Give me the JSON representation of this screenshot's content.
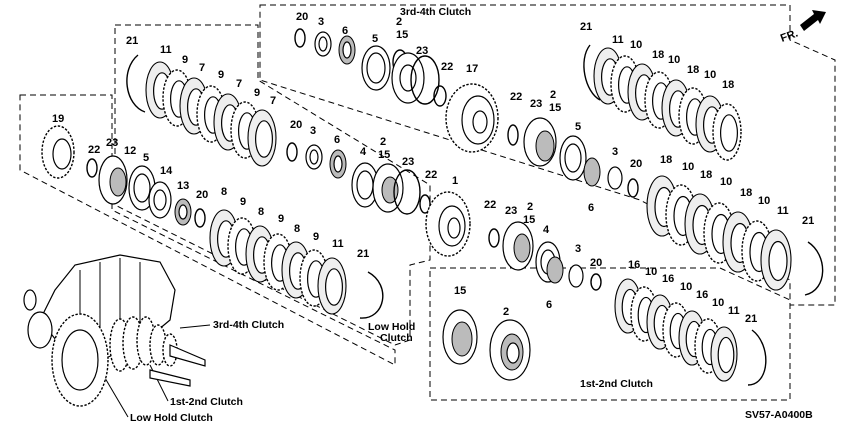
{
  "diagram": {
    "section_labels": {
      "third_fourth_top": "3rd-4th Clutch",
      "third_fourth_assembly": "3rd-4th Clutch",
      "first_second_assembly": "1st-2nd Clutch",
      "first_second_box": "1st-2nd Clutch",
      "low_hold_assembly": "Low Hold Clutch",
      "low_hold_box_line1": "Low Hold",
      "low_hold_box_line2": "Clutch"
    },
    "orientation_label": "FR.",
    "figure_code": "SV57-A0400B",
    "callouts": [
      "20",
      "3",
      "6",
      "2",
      "15",
      "5",
      "23",
      "22",
      "17",
      "21",
      "11",
      "10",
      "9",
      "7",
      "19",
      "12",
      "14",
      "13",
      "8",
      "4",
      "1",
      "18",
      "16"
    ]
  }
}
